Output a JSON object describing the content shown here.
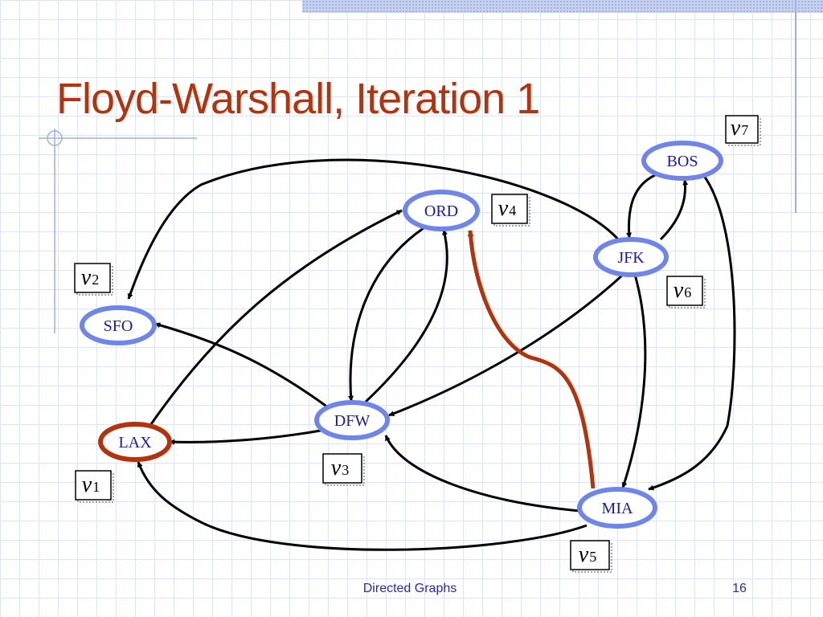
{
  "slide": {
    "title": "Floyd-Warshall, Iteration 1",
    "footer_left": "Directed Graphs",
    "page_number": "16"
  },
  "colors": {
    "title": "#b3330f",
    "node_border": "#6f86e8",
    "highlight": "#b3330f",
    "node_text": "#1a1aa8"
  },
  "nodes": [
    {
      "id": "BOS",
      "label": "BOS",
      "vertex": "v",
      "sub": "7",
      "highlight": false
    },
    {
      "id": "ORD",
      "label": "ORD",
      "vertex": "v",
      "sub": "4",
      "highlight": false
    },
    {
      "id": "JFK",
      "label": "JFK",
      "vertex": "v",
      "sub": "6",
      "highlight": false
    },
    {
      "id": "SFO",
      "label": "SFO",
      "vertex": "v",
      "sub": "2",
      "highlight": false
    },
    {
      "id": "DFW",
      "label": "DFW",
      "vertex": "v",
      "sub": "3",
      "highlight": false
    },
    {
      "id": "LAX",
      "label": "LAX",
      "vertex": "v",
      "sub": "1",
      "highlight": true
    },
    {
      "id": "MIA",
      "label": "MIA",
      "vertex": "v",
      "sub": "5",
      "highlight": false
    }
  ],
  "edges": [
    {
      "from": "JFK",
      "to": "SFO",
      "highlight": false
    },
    {
      "from": "JFK",
      "to": "BOS",
      "highlight": false
    },
    {
      "from": "BOS",
      "to": "JFK",
      "highlight": false
    },
    {
      "from": "BOS",
      "to": "MIA",
      "highlight": false
    },
    {
      "from": "JFK",
      "to": "DFW",
      "highlight": false
    },
    {
      "from": "JFK",
      "to": "MIA",
      "highlight": false
    },
    {
      "from": "ORD",
      "to": "DFW",
      "highlight": false
    },
    {
      "from": "DFW",
      "to": "ORD",
      "highlight": false
    },
    {
      "from": "DFW",
      "to": "SFO",
      "highlight": false
    },
    {
      "from": "DFW",
      "to": "LAX",
      "highlight": false
    },
    {
      "from": "LAX",
      "to": "ORD",
      "highlight": false
    },
    {
      "from": "MIA",
      "to": "DFW",
      "highlight": false
    },
    {
      "from": "MIA",
      "to": "LAX",
      "highlight": false
    },
    {
      "from": "MIA",
      "to": "ORD",
      "highlight": true
    }
  ]
}
